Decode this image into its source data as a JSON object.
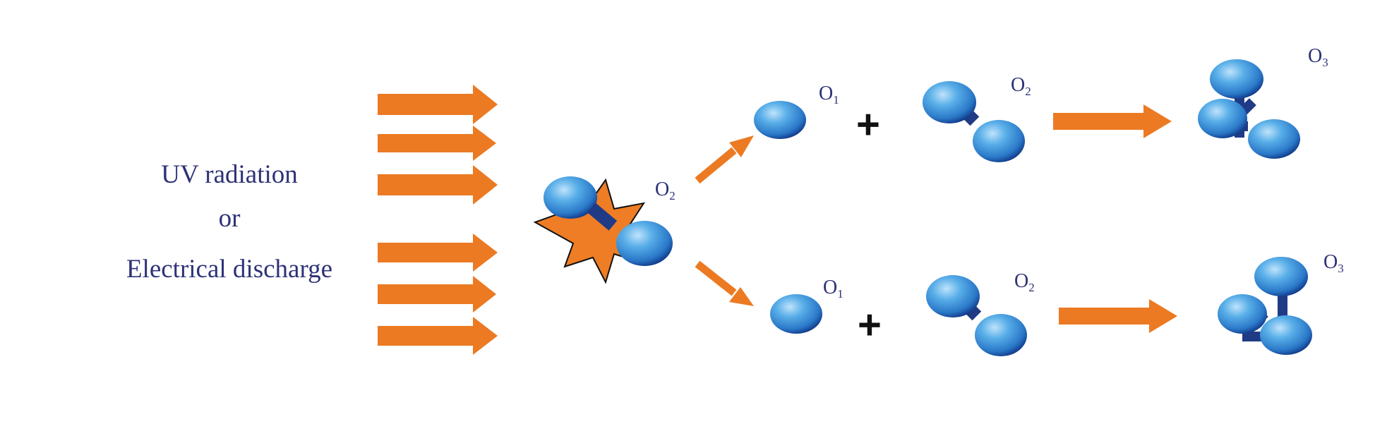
{
  "source": {
    "line1": "UV radiation",
    "line2": "or",
    "line3": "Electrical discharge"
  },
  "molecules": {
    "reactant": {
      "symbol": "O",
      "subscript": "2"
    },
    "top_atom": {
      "symbol": "O",
      "subscript": "1"
    },
    "top_o2": {
      "symbol": "O",
      "subscript": "2"
    },
    "top_product": {
      "symbol": "O",
      "subscript": "3"
    },
    "bottom_atom": {
      "symbol": "O",
      "subscript": "1"
    },
    "bottom_o2": {
      "symbol": "O",
      "subscript": "2"
    },
    "bottom_product": {
      "symbol": "O",
      "subscript": "3"
    }
  },
  "operators": {
    "plus_top": "+",
    "plus_bottom": "+"
  },
  "colors": {
    "arrow": "#ec7a22",
    "atom": "#3a8ed8",
    "bond": "#1f3b86",
    "flash": "#ee7d25",
    "text": "#2e3277"
  }
}
